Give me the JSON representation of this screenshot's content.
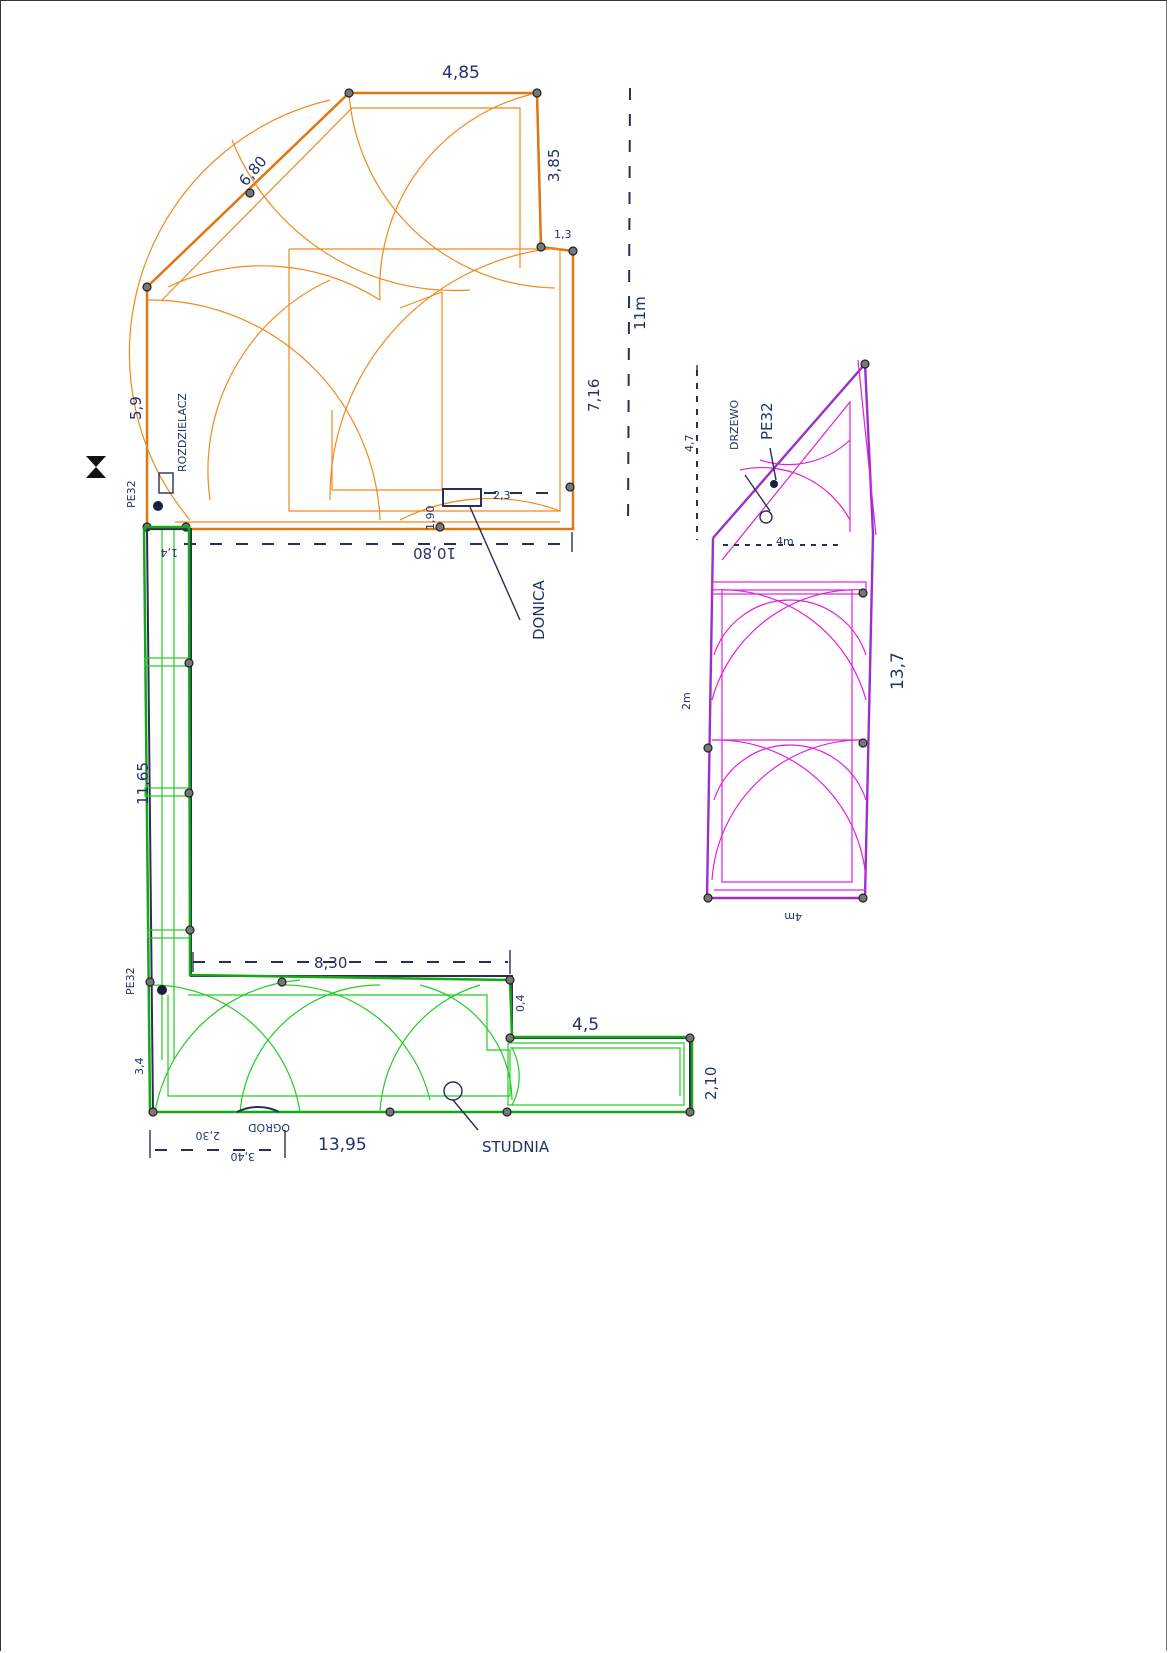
{
  "labels": {
    "top_width": "4,85",
    "diagonal": "6,80",
    "right_upper": "3,85",
    "notch": "1,3",
    "total_height": "11m",
    "right_lower": "7,16",
    "left_upper": "5,9",
    "rozdzielacz": "ROZDZIELACZ",
    "pe32_top": "PE32",
    "donica_inner": "2,3",
    "donica_small": "1,90",
    "bottom_width": "10,80",
    "donica": "DONICA",
    "left_small": "1,4",
    "strip_height": "11,65",
    "bottom_run": "8,30",
    "pe32_mid": "PE32",
    "step_small": "0,4",
    "ext_width": "4,5",
    "left_bottom": "3,4",
    "ext_height": "2,10",
    "bottom_total": "13,95",
    "garden_dims_a": "2,30",
    "garden_dims_b": "3,40",
    "garden_word": "OGRÓD",
    "studnia": "STUDNIA",
    "right_top_dim": "4,7",
    "drzewo": "DRZEWO",
    "pe32_right": "PE32",
    "right_width_top": "4m",
    "right_side_len": "13,7",
    "right_inner": "2m",
    "right_width_bottom": "4m"
  },
  "colors": {
    "orange_zone": "#f08a1e",
    "green_zone": "#22cc22",
    "magenta_zone": "#e020e0",
    "pen_ink": "#2a2f55"
  },
  "icons": [
    "hourglass-icon"
  ]
}
